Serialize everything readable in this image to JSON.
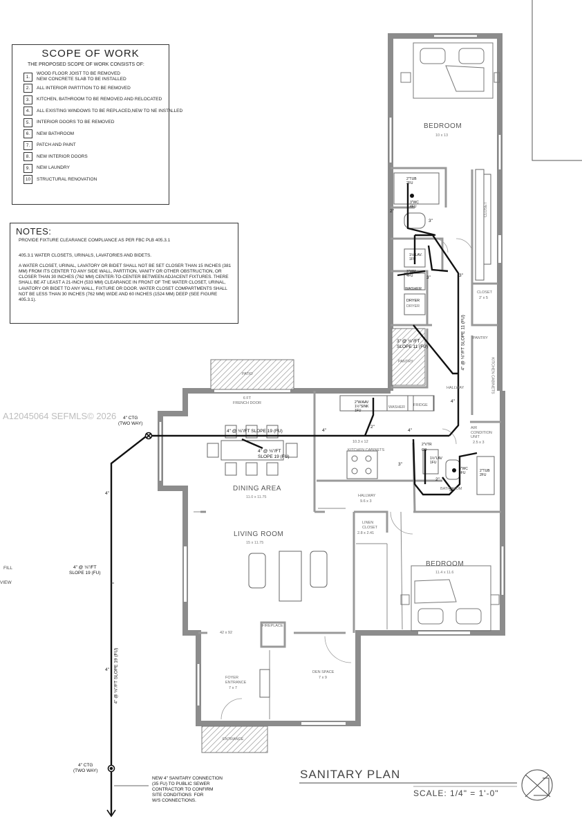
{
  "scope": {
    "title": "SCOPE OF WORK",
    "intro": "THE PROPOSED SCOPE OF WORK CONSISTS OF:",
    "items": [
      {
        "num": "1.",
        "text": "WOOD FLOOR JOIST TO BE REMOVED\nNEW CONCRETE SLAB TO BE INSTALLED"
      },
      {
        "num": "2.",
        "text": "ALL INTERIOR PARTITION TO BE REMOVED"
      },
      {
        "num": "3.",
        "text": "KITCHEN, BATHROOM TO BE REMOVED AND RELOCATED"
      },
      {
        "num": "4.",
        "text": "ALL EXISTING WINDOWS TO BE REPLACED,NEW TO NE INSTALLED"
      },
      {
        "num": "5.",
        "text": "INTERIOR DOORS TO BE REMOVED"
      },
      {
        "num": "6.",
        "text": "NEW BATHROOM"
      },
      {
        "num": "7.",
        "text": "PATCH AND PAINT"
      },
      {
        "num": "8.",
        "text": "NEW INTERIOR DOORS"
      },
      {
        "num": "9.",
        "text": "NEW LAUNDRY"
      },
      {
        "num": "10",
        "text": "STRUCTURAL RENOVATION"
      }
    ]
  },
  "notes": {
    "title": "NOTES:",
    "line1": "PROVIDE FIXTURE CLEARANCE COMPLIANCE AS PER FBC PLB 405.3.1",
    "line2": "405.3.1 WATER CLOSETS, URINALS, LAVATORIES AND BIDETS.",
    "line3": "A WATER CLOSET, URINAL, LAVATORY OR BIDET SHALL NOT BE SET CLOSER THAN 15 INCHES (381 MM) FROM ITS CENTER TO ANY SIDE WALL, PARTITION, VANITY OR OTHER OBSTRUCTION, OR CLOSER THAN 30 INCHES (762 MM) CENTER-TO-CENTER BETWEEN ADJACENT FIXTURES. THERE SHALL BE AT LEAST A 21-INCH (533 MM) CLEARANCE IN FRONT OF THE WATER CLOSET, URINAL, LAVATORY OR BIDET TO ANY WALL, FIXTURE OR DOOR. WATER CLOSET COMPARTMENTS SHALL NOT BE LESS THAN 30 INCHES (762 MM) WIDE AND 60 INCHES (1524 MM) DEEP (SEE FIGURE 405.3.1)."
  },
  "rooms": {
    "bedroom1": "BEDROOM",
    "bedroom1_dim": "10 x 13",
    "bedroom2": "BEDROOM",
    "bedroom2_dim": "11.4 x 11.6",
    "dining": "DINING AREA",
    "dining_dim": "11.0 x 11.75",
    "living": "LIVING ROOM",
    "living_dim": "15 x 11.75",
    "closet": "CLOSET",
    "closet2": "CLOSET",
    "closet2_dim": "2' x 5",
    "pantry": "PANTRY",
    "pantry2": "PANTRY",
    "hallway": "HALLWAY",
    "hallway2": "HALLWAY",
    "hallway2_dim": "9.6 x 3",
    "kitchen_cab": "KITCHEN CABINETS",
    "kitchen_cab2": "KITCHEN CABINETS",
    "kitchen_dim": "10.3 x 12",
    "ac": "AIR\nCONDITION\nUNIT",
    "ac_dim": "2.5 x 3",
    "linen": "LINEN\nCLOSET",
    "linen_dim": "2.8 x 2.41",
    "bathroom": "BATHROOM",
    "den": "DEN SPACE",
    "den_dim": "7 x 9",
    "foyer": "FOYER\nENTRANCE",
    "foyer_dim": "7 x 7",
    "fireplace": "FIREPLACE",
    "fp_dim": "42 x 92",
    "french_door": "6 FT\nFRENCH DOOR",
    "patio": "PATIO",
    "entrance": "ENTRANCE",
    "washer": "WASHER",
    "dryer": "DRYER",
    "dryer2": "DRYER",
    "fridge": "FRIDGE",
    "washer2": "WASHER"
  },
  "pipes": {
    "ctg_top": "4\" CTG\n(TWO WAY)",
    "ctg_bottom": "4\" CTG\n(TWO WAY)",
    "main_left": "4\" @ ⅛\"/FT\nSLOPE 19 (FU)",
    "main_vertical": "4\" @ ⅛\"/FT SLOPE 19 (FU)",
    "dining1": "4\" @ ⅛\"/FT SLOPE 19 (FU)",
    "dining2": "4\" @ ⅛\"/FT\nSLOPE 19 (FU)",
    "right_vertical": "4\" @ ⅛\"/FT SLOPE 11 (FU)",
    "laundry_run": "3\" @ ⅛\"/FT\nSLOPE 11 (FU)",
    "four": "4\"",
    "three": "3\"",
    "two": "2\"",
    "tub1": "2\"TUB\n2FU",
    "wc1": "3\"WC\n4FU",
    "lav1": "1½\"LAV.\n1FU",
    "wc2": "3\"WM\n4FU",
    "sink": "2\"W/AAV\n1½\"SINK\n1FU",
    "vtr": "2\"VTR",
    "co": "CO",
    "lav2": "1½\"LAV\n1FU",
    "wc3": "3\"WC\n4FU",
    "tub2": "2\"TUB\n2FU",
    "new_conn": "NEW 4\" SANITARY CONNECTION\n(35 FU) TO PUBLIC SEWER\nCONTRACTOR TO CONFIRM\nSITE CONDITIONS  FOR\nW/S CONNECTIONS.",
    "fill": "FILL",
    "view": "VIEW"
  },
  "title_block": {
    "title": "SANITARY PLAN",
    "scale": "SCALE:   1/4\" = 1'-0\""
  },
  "watermark": "A12045064  SEFMLS© 2026"
}
